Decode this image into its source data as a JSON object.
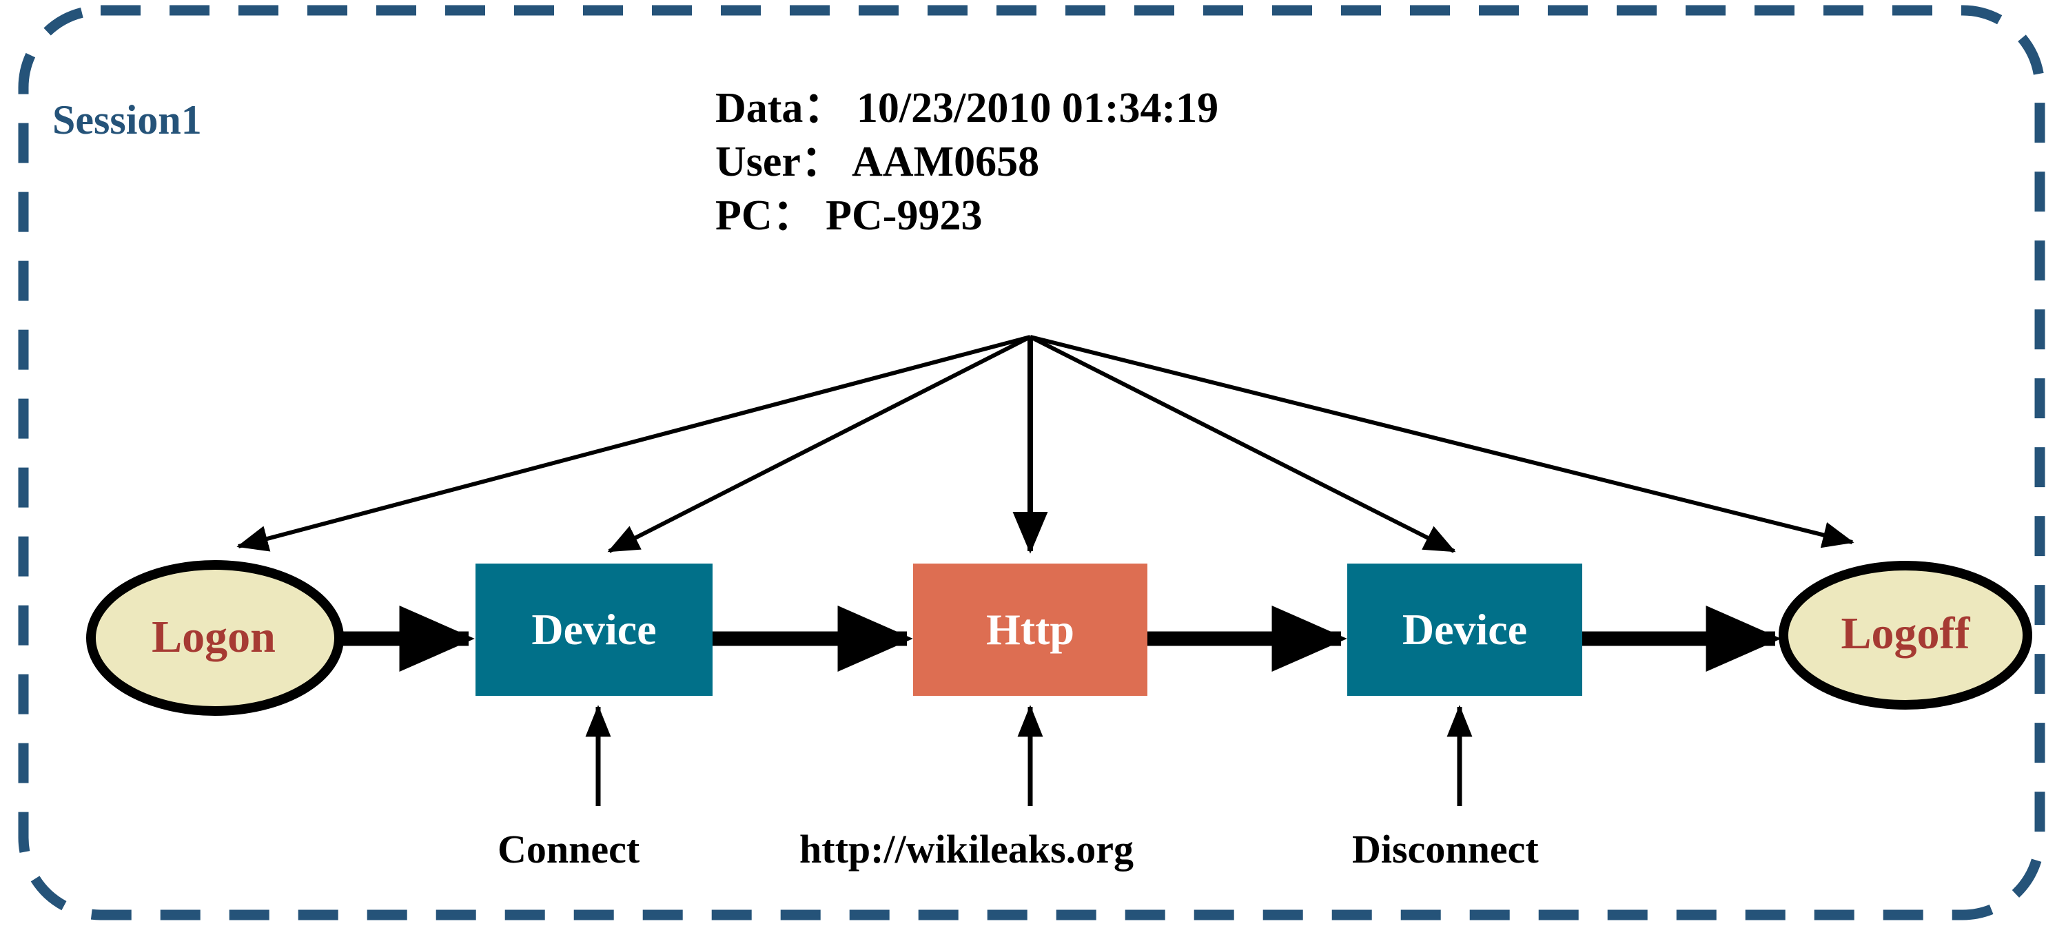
{
  "session": {
    "label": "Session1"
  },
  "metadata": {
    "date_line": "Data： 10/23/2010 01:34:19",
    "user_line": "User： AAM0658",
    "pc_line": "PC： PC-9923"
  },
  "nodes": [
    {
      "id": "logon",
      "label": "Logon",
      "shape": "ellipse",
      "fill": "#EDE8BE",
      "text_color": "#A63A33",
      "stroke": "#000000"
    },
    {
      "id": "device1",
      "label": "Device",
      "shape": "rectangle",
      "fill": "#017089",
      "text_color": "#FFFFFF"
    },
    {
      "id": "http",
      "label": "Http",
      "shape": "rectangle",
      "fill": "#DD6E52",
      "text_color": "#FFFFFF"
    },
    {
      "id": "device2",
      "label": "Device",
      "shape": "rectangle",
      "fill": "#017089",
      "text_color": "#FFFFFF"
    },
    {
      "id": "logoff",
      "label": "Logoff",
      "shape": "ellipse",
      "fill": "#EDE8BE",
      "text_color": "#A63A33",
      "stroke": "#000000"
    }
  ],
  "edge_labels": {
    "connect": "Connect",
    "url": "http://wikileaks.org",
    "disconnect": "Disconnect"
  },
  "flow_sequence": [
    "Logon",
    "Device",
    "Http",
    "Device",
    "Logoff"
  ],
  "colors": {
    "session_border": "#255379",
    "session_text": "#255379",
    "teal": "#017089",
    "salmon": "#DD6E52",
    "khaki": "#EDE8BE",
    "dark_red": "#A63A33",
    "black": "#000000"
  }
}
